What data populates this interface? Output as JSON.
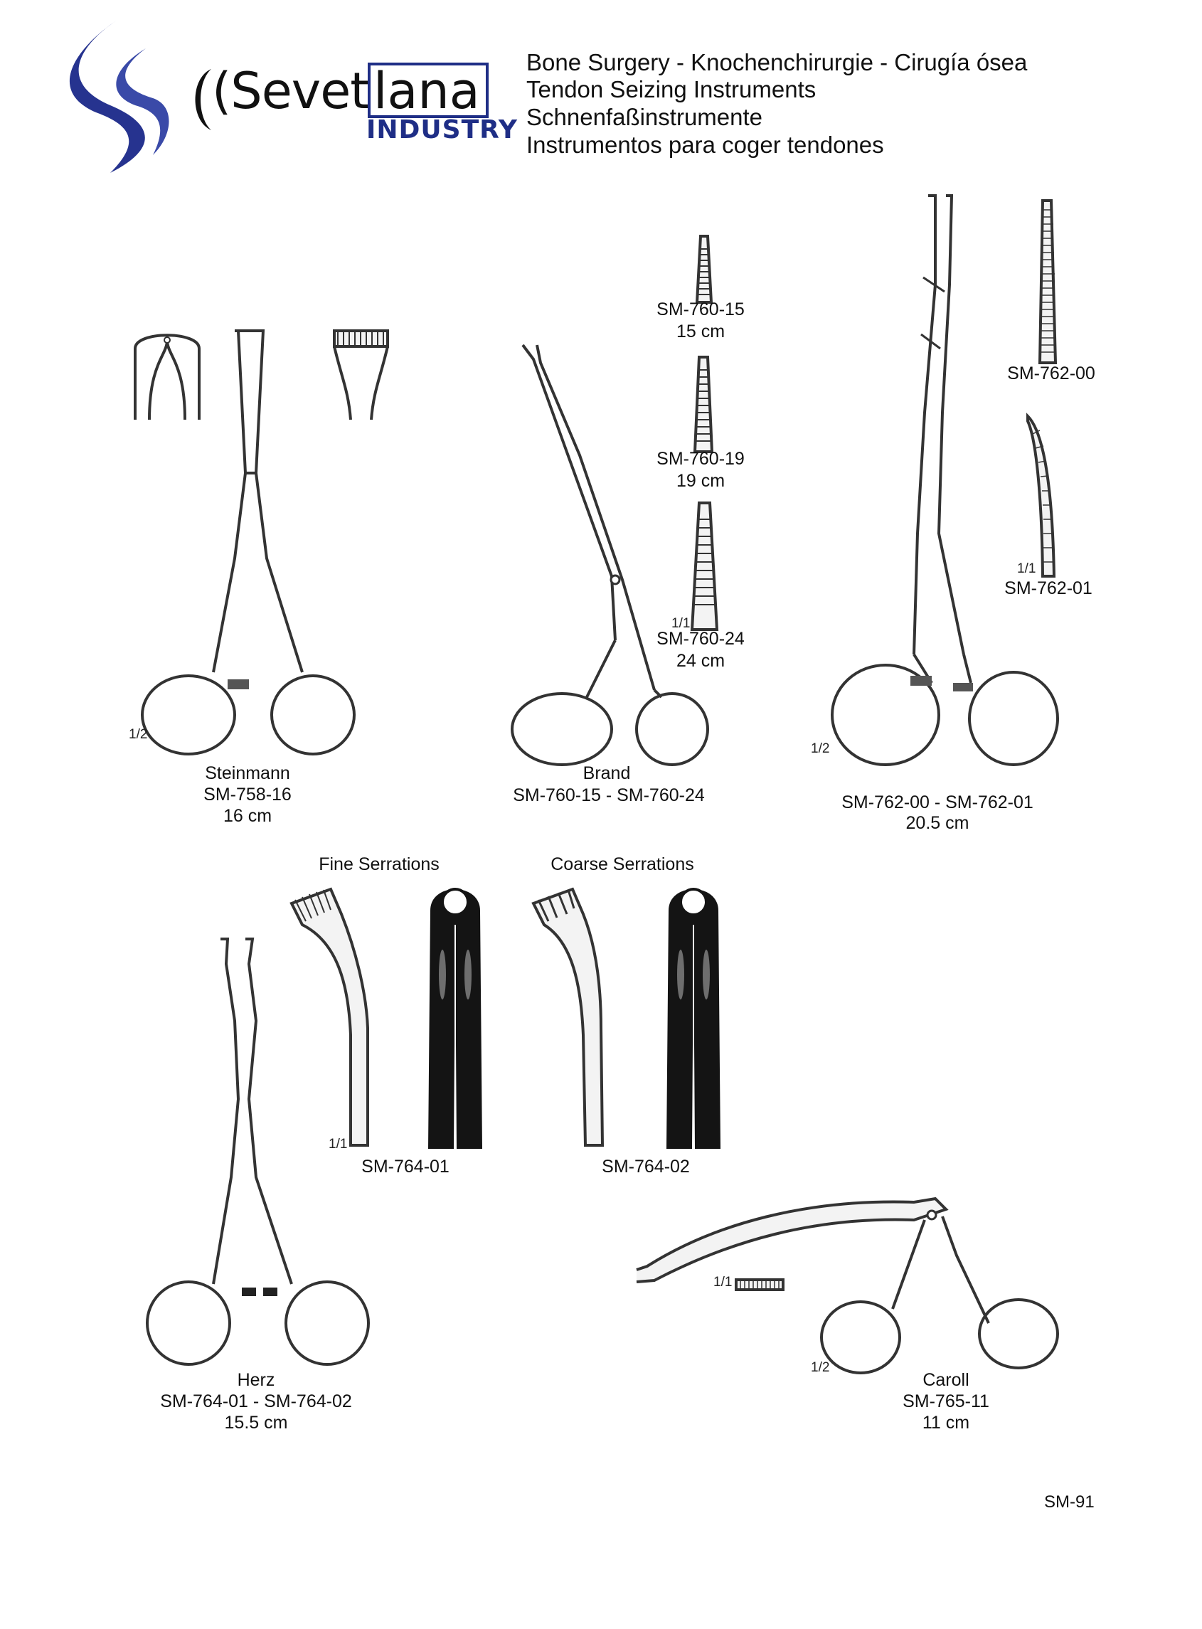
{
  "brand": {
    "name": "(Sevetlana",
    "name_left": "(Sevet",
    "name_box": "lana",
    "sub": "INDUSTRY",
    "colors": {
      "primary": "#1f2e86",
      "logo_swirl": "#26338f"
    }
  },
  "header": {
    "line1": "Bone Surgery  -  Knochenchirurgie  -  Cirugía ósea",
    "line2": "Tendon Seizing Instruments",
    "line3": "Schnenfaßinstrumente",
    "line4": "Instrumentos para coger tendones"
  },
  "products": {
    "steinmann": {
      "name": "Steinmann",
      "code": "SM-758-16",
      "size": "16 cm",
      "scale": "1/2"
    },
    "brand_forceps": {
      "name": "Brand",
      "codes": "SM-760-15  -  SM-760-24",
      "variants": [
        {
          "code": "SM-760-15",
          "size": "15 cm"
        },
        {
          "code": "SM-760-19",
          "size": "19 cm"
        },
        {
          "code": "SM-760-24",
          "size": "24 cm"
        }
      ],
      "scale": "1/1"
    },
    "sm762": {
      "codes": "SM-762-00  -  SM-762-01",
      "size": "20.5 cm",
      "scale": "1/2",
      "tip_a": "SM-762-00",
      "tip_b": "SM-762-01",
      "tip_scale": "1/1"
    },
    "serrations": {
      "fine": "Fine Serrations",
      "coarse": "Coarse Serrations",
      "fine_code": "SM-764-01",
      "coarse_code": "SM-764-02",
      "scale": "1/1"
    },
    "herz": {
      "name": "Herz",
      "codes": "SM-764-01  -  SM-764-02",
      "size": "15.5 cm"
    },
    "caroll": {
      "name": "Caroll",
      "code": "SM-765-11",
      "size": "11 cm",
      "scale": "1/2",
      "tip_scale": "1/1"
    }
  },
  "page_number": "SM-91"
}
